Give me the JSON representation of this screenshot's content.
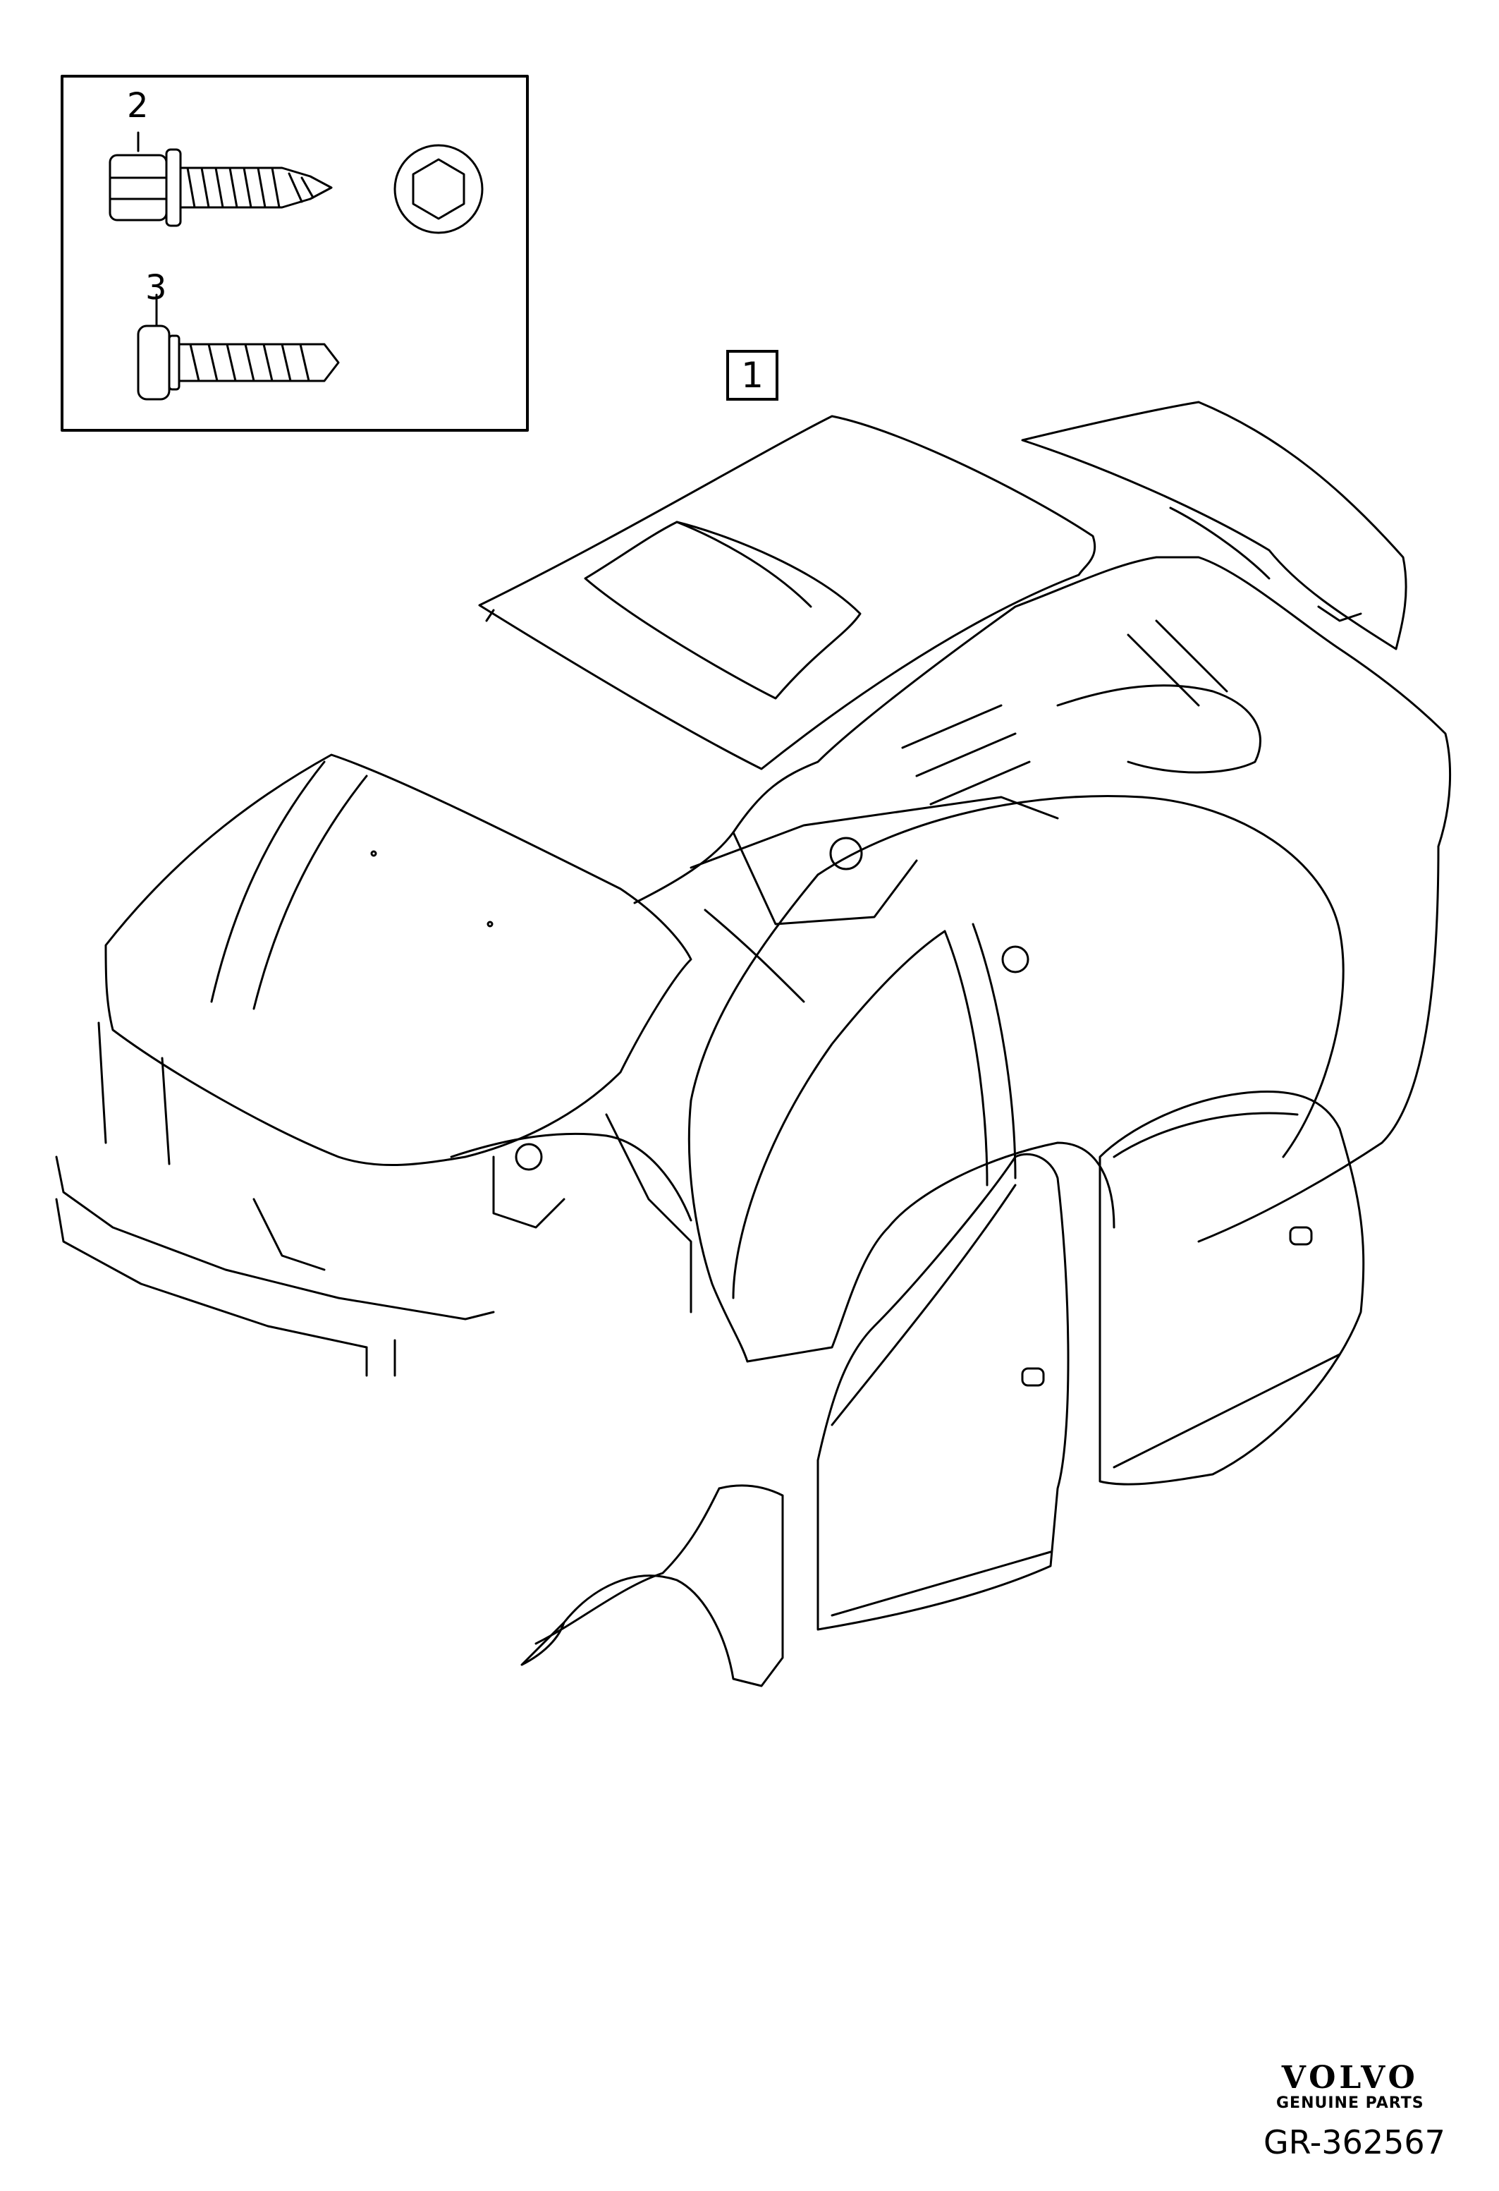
{
  "callouts": {
    "part_1": "1",
    "part_2": "2",
    "part_3": "3"
  },
  "brand": {
    "logo": "VOLVO",
    "subtitle": "GENUINE PARTS"
  },
  "reference_code": "GR-362567",
  "colors": {
    "line": "#000000",
    "background": "#ffffff"
  }
}
